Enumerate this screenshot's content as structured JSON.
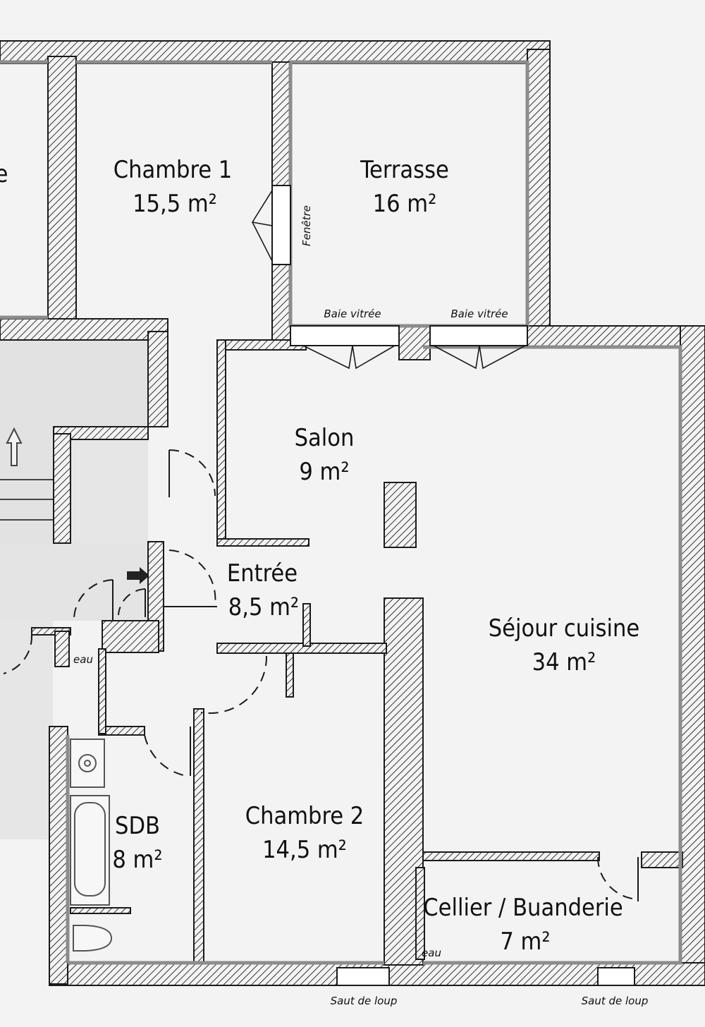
{
  "rooms": {
    "chambre1": {
      "name": "Chambre 1",
      "area": "15,5 m²"
    },
    "terrasse": {
      "name": "Terrasse",
      "area": "16 m²"
    },
    "salon": {
      "name": "Salon",
      "area": "9 m²"
    },
    "entree": {
      "name": "Entrée",
      "area": "8,5 m²"
    },
    "sejour": {
      "name": "Séjour cuisine",
      "area": "34 m²"
    },
    "chambre2": {
      "name": "Chambre 2",
      "area": "14,5 m²"
    },
    "sdb": {
      "name": "SDB",
      "area": "8 m²"
    },
    "cellier": {
      "name": "Cellier / Buanderie",
      "area": "7 m²"
    }
  },
  "notes": {
    "fenetre": "Fenêtre",
    "baie1": "Baie vitrée",
    "baie2": "Baie vitrée",
    "eau1": "eau",
    "eau2": "eau",
    "saut1": "Saut de loup",
    "saut2": "Saut de loup",
    "cutoff": "e"
  },
  "colors": {
    "background": "#f3f3f3",
    "wall_outline": "#1a1a1a",
    "inner_outline": "#8c8c8c",
    "hatch": "#333333"
  }
}
